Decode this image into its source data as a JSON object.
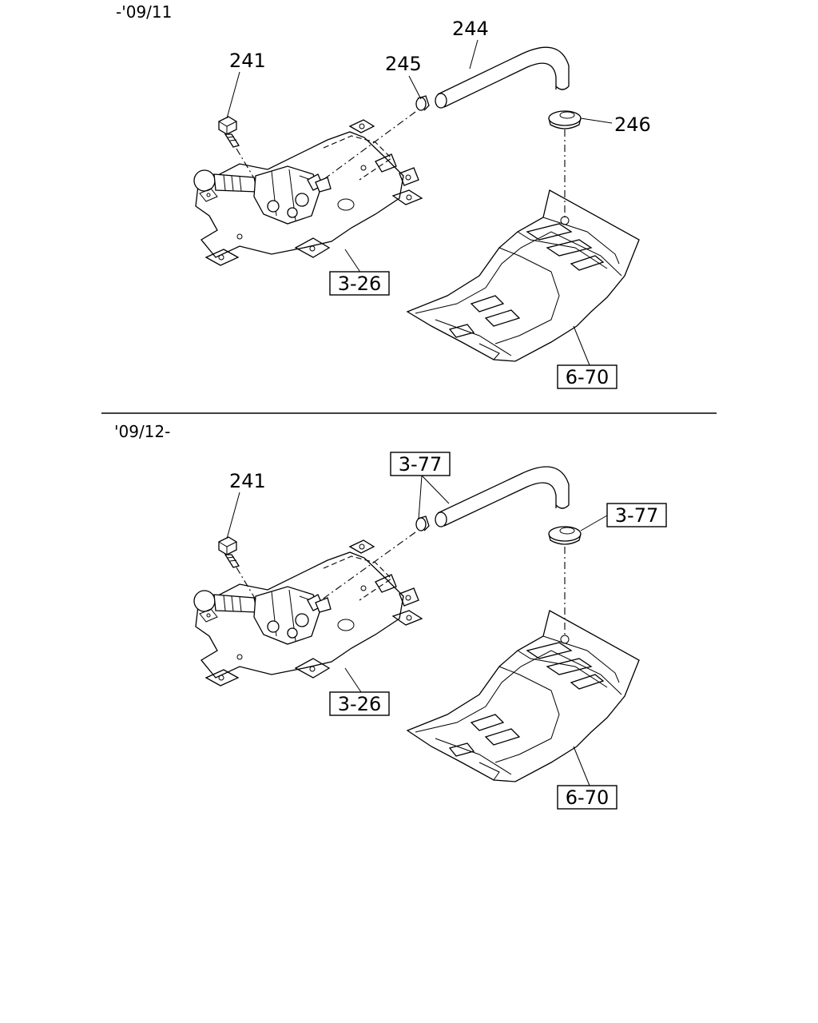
{
  "sections": [
    {
      "period_label": "-'09/11",
      "callouts": {
        "bolt": "241",
        "hose": "244",
        "clamp": "245",
        "grommet": "246"
      },
      "refs": {
        "bracket": "3-26",
        "floor": "6-70"
      }
    },
    {
      "period_label": "'09/12-",
      "callouts": {
        "bolt": "241"
      },
      "refs": {
        "hose": "3-77",
        "grommet": "3-77",
        "bracket": "3-26",
        "floor": "6-70"
      }
    }
  ]
}
